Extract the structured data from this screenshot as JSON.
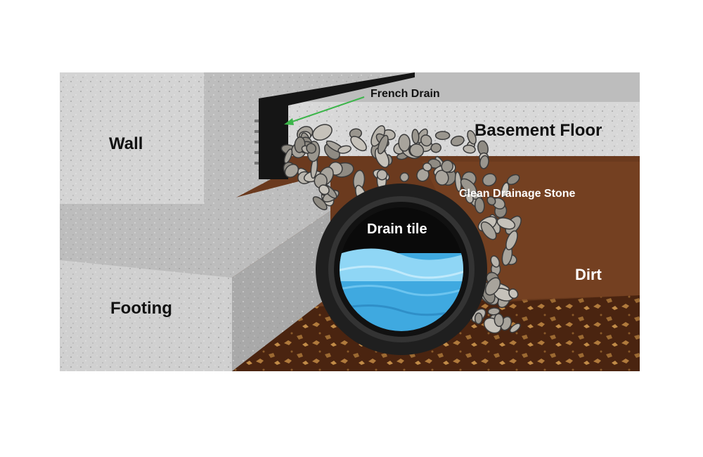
{
  "labels": {
    "wall": "Wall",
    "footing": "Footing",
    "french_drain": "French Drain",
    "basement_floor": "Basement Floor",
    "drainage_stone": "Clean Drainage Stone",
    "drain_tile": "Drain tile",
    "dirt": "Dirt"
  },
  "colors": {
    "concrete_light": "#d4d4d4",
    "concrete_mid": "#bdbdbd",
    "concrete_dark": "#a9a9a9",
    "dirt": "#6b3a1e",
    "dirt_dark": "#4a2410",
    "dirt_speck": "#b07a3c",
    "stone": "#a8a49c",
    "stone_outline": "#3a3a3a",
    "pipe": "#1f1f1f",
    "water": "#3fa9e0",
    "water_light": "#8fd6f5",
    "arrow": "#3cb54a"
  }
}
